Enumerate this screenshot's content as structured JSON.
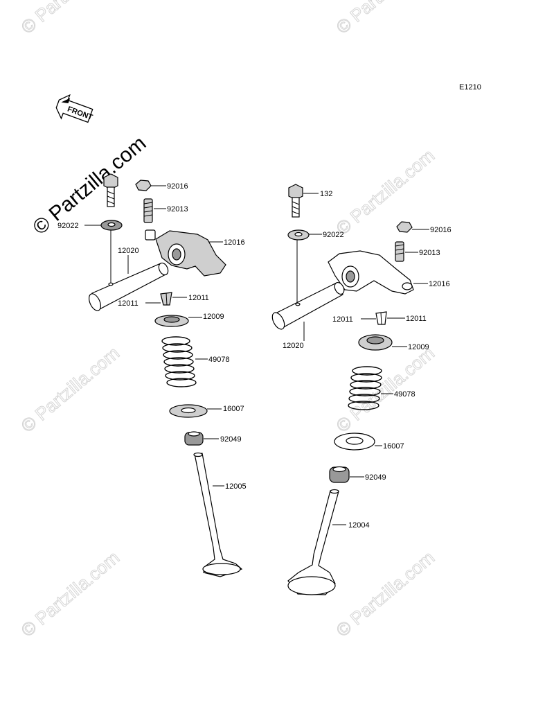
{
  "diagram_code": "E1210",
  "front_label": "FRONT",
  "watermark": "© Partzilla.com",
  "left_assembly": {
    "labels": [
      "92016",
      "92013",
      "92022",
      "12016",
      "12020",
      "12011",
      "12011",
      "12009",
      "49078",
      "16007",
      "92049",
      "12005"
    ]
  },
  "right_assembly": {
    "labels": [
      "132",
      "92022",
      "92016",
      "92013",
      "12016",
      "12011",
      "12011",
      "12020",
      "12009",
      "49078",
      "16007",
      "92049",
      "12004"
    ]
  }
}
